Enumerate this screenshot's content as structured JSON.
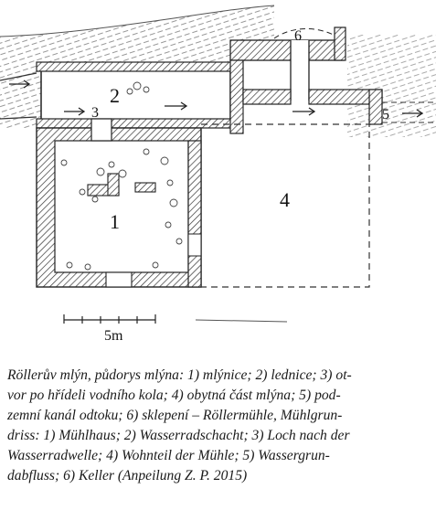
{
  "plan": {
    "labels": {
      "mill_room": "1",
      "ice_room": "2",
      "shaft_hole": "3",
      "living_part": "4",
      "drain_channel": "5",
      "cellar": "6"
    },
    "scale_label": "5m"
  },
  "caption": {
    "lines": [
      "Röllerův mlýn, půdorys mlýna: 1) mlýnice; 2) lednice; 3) ot-",
      "vor po hřídeli vodního kola; 4) obytná část mlýna; 5) pod-",
      "zemní kanál odtoku; 6) sklepení – Röllermühle, Mühlgrun-",
      "driss: 1) Mühlhaus; 2) Wasserradschacht; 3) Loch nach der",
      "Wasserradwelle; 4) Wohnteil der Mühle; 5) Wassergrun-",
      "dabfluss; 6) Keller (Anpeilung Z. P. 2015)"
    ]
  }
}
